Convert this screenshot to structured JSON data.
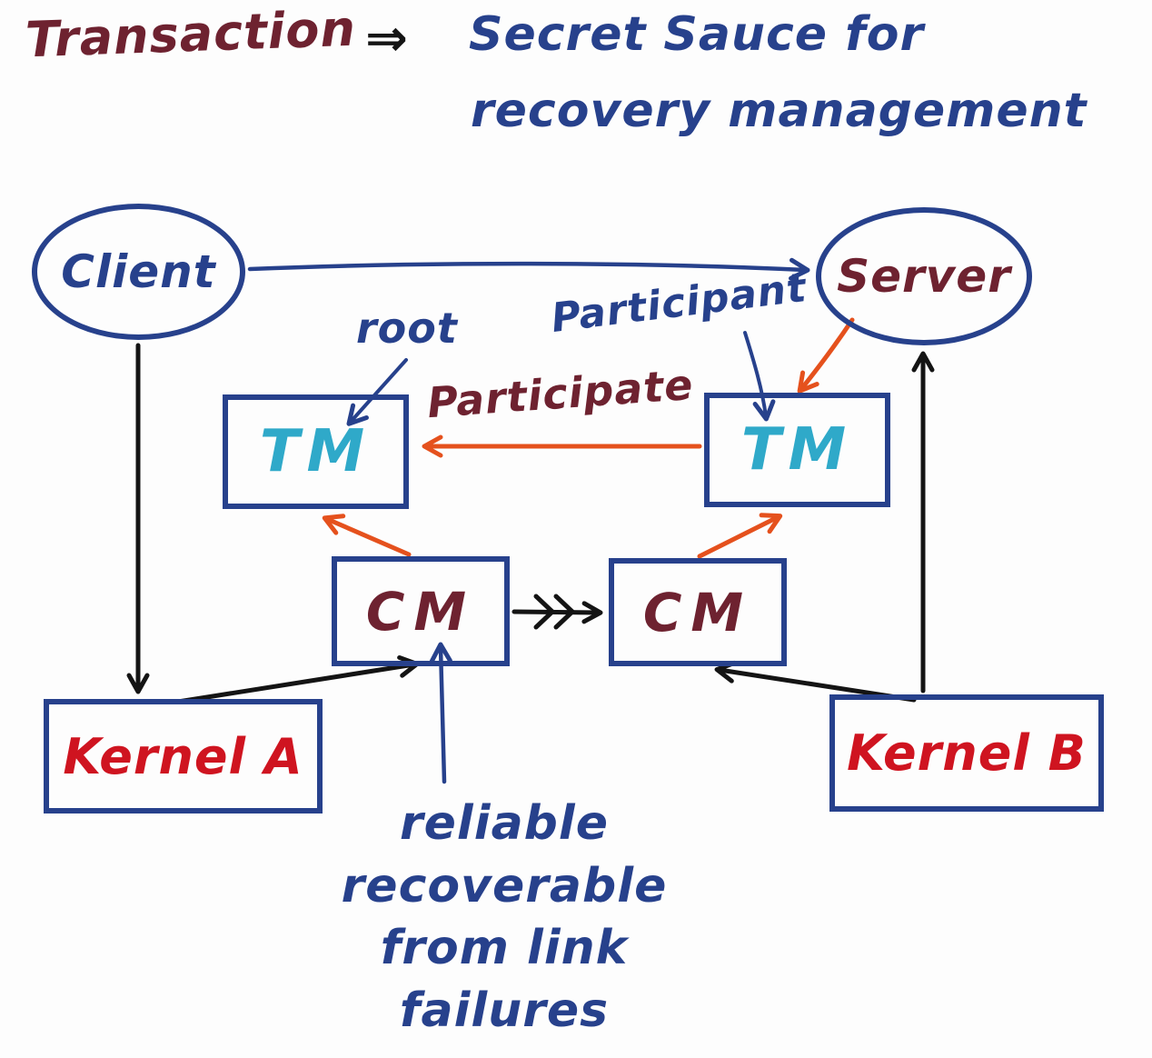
{
  "title": {
    "term": "Transaction",
    "implies": "⇒",
    "line1": "Secret Sauce for",
    "line2": "recovery management"
  },
  "nodes": {
    "client": "Client",
    "server": "Server",
    "tm_left": "TM",
    "tm_right": "TM",
    "cm_left": "CM",
    "cm_right": "CM",
    "kernel_a": "Kernel A",
    "kernel_b": "Kernel B"
  },
  "annotations": {
    "root": "root",
    "participant": "Participant",
    "participate": "Participate",
    "note": [
      "reliable",
      "recoverable",
      "from link",
      "failures"
    ]
  },
  "colors": {
    "navy": "#27418c",
    "maroon": "#6e2230",
    "red": "#cf1420",
    "teal": "#2fa9c9",
    "orange": "#e5511d",
    "ink": "#141414"
  }
}
